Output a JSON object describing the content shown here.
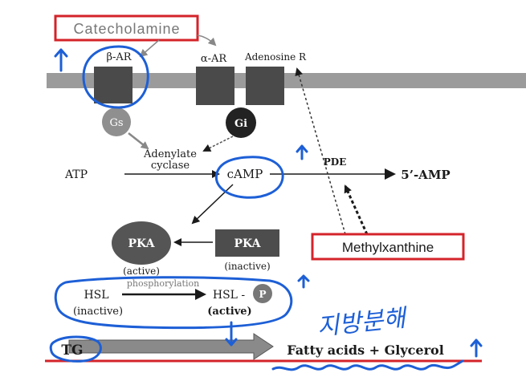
{
  "labels": {
    "catecholamine": "Catecholamine",
    "beta_ar": "β-AR",
    "alpha_ar": "α-AR",
    "adenosine_r": "Adenosine R",
    "gs": "Gs",
    "gi": "Gi",
    "adenylate": "Adenylate",
    "cyclase": "cyclase",
    "atp": "ATP",
    "camp": "cAMP",
    "pde": "PDE",
    "five_amp": "5’-AMP",
    "pka_active": "PKA",
    "pka_active_state": "(active)",
    "pka_inactive": "PKA",
    "pka_inactive_state": "(inactive)",
    "methylxanthine": "Methylxanthine",
    "hsl_inactive": "HSL",
    "hsl_inactive_state": "(inactive)",
    "phosphorylation": "phosphorylation",
    "hsl_active": "HSL -",
    "hsl_active_state": "(active)",
    "p": "P",
    "tg": "TG",
    "products": "Fatty acids + Glycerol",
    "handwritten_korean": "지방분해"
  },
  "colors": {
    "annotation_blue": "#1d5fd6",
    "box_red": "#d4232a",
    "membrane": "#9b9b9b",
    "receptor": "#4a4a4a",
    "gs_fill": "#8f8f8f",
    "gi_fill": "#222222",
    "pka_active_fill": "#555555",
    "pka_inactive_fill": "#4d4d4d"
  }
}
